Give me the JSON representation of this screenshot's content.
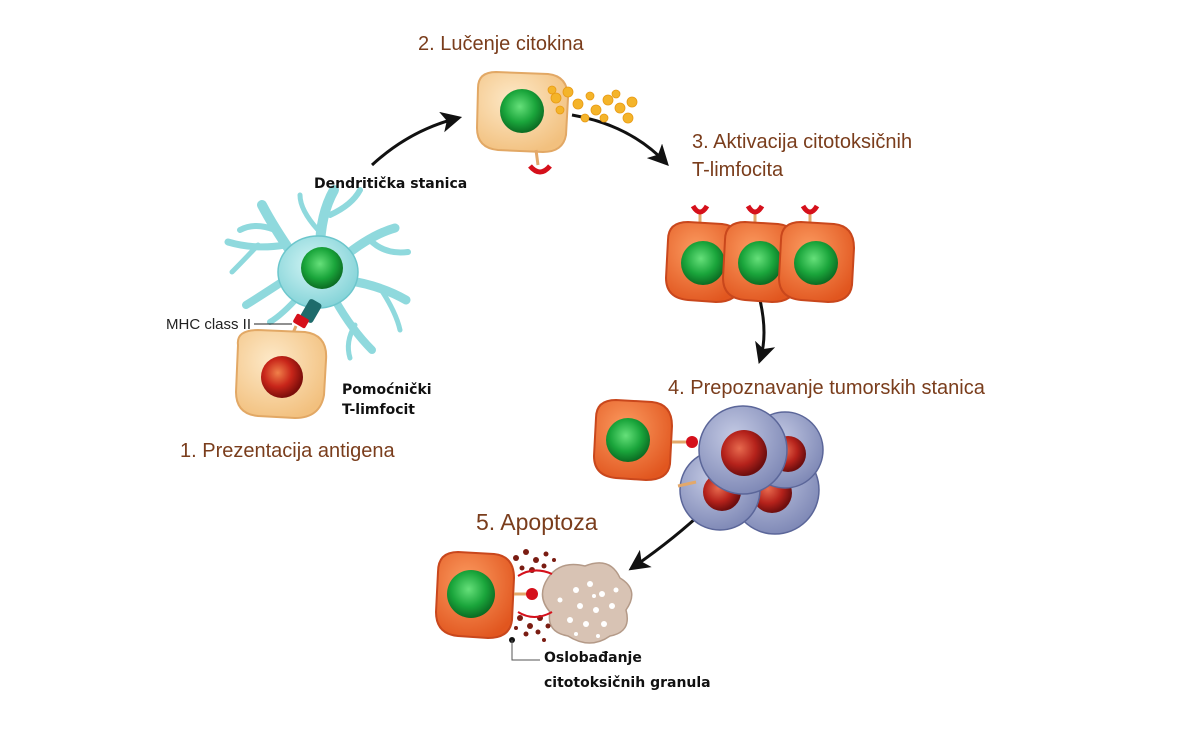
{
  "steps": {
    "s1": "1. Prezentacija antigena",
    "s2": "2. Lučenje citokina",
    "s3_line1": "3. Aktivacija citotoksičnih",
    "s3_line2": "T-limfocita",
    "s4": "4. Prepoznavanje tumorskih stanica",
    "s5": "5. Apoptoza"
  },
  "labels": {
    "dendritic": "Dendritička stanica",
    "mhc": "MHC class II",
    "helper_line1": "Pomoćnički",
    "helper_line2": "T-limfocit",
    "granules_line1": "Oslobađanje",
    "granules_line2": "citotoksičnih granula"
  },
  "colors": {
    "step_text": "#7a3d1c",
    "helper_cell": "#f6cf95",
    "cytotoxic_cell": "#ef6a33",
    "nucleus_green": "#1aa53b",
    "tumor_cell": "#8f99c2",
    "dendritic_cell": "#8fd9dd",
    "receptor_red": "#d5101b"
  }
}
